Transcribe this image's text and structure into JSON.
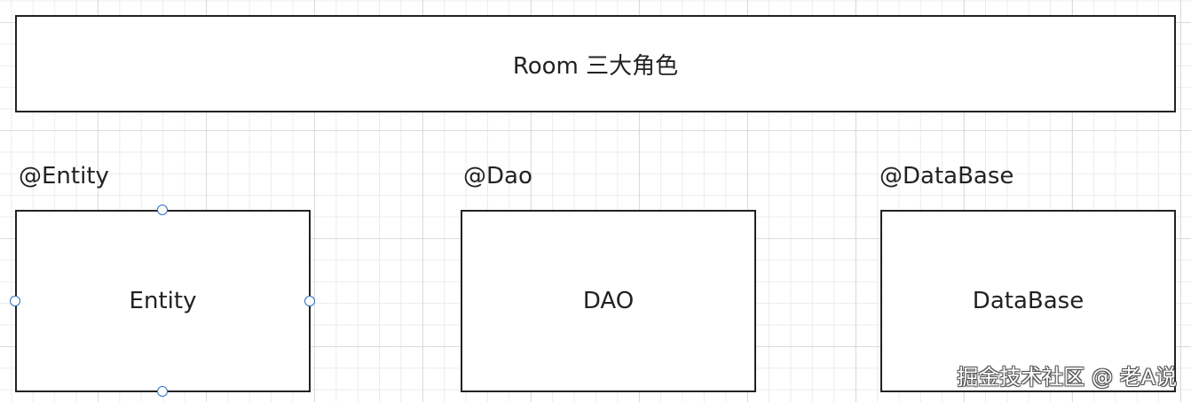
{
  "diagram": {
    "title_box": {
      "label": "Room 三大角色"
    },
    "roles": [
      {
        "annotation": "@Entity",
        "label": "Entity",
        "selected": true
      },
      {
        "annotation": "@Dao",
        "label": "DAO",
        "selected": false
      },
      {
        "annotation": "@DataBase",
        "label": "DataBase",
        "selected": false
      }
    ]
  },
  "watermark": "掘金技术社区 @ 老A说",
  "colors": {
    "border": "#222222",
    "selection_handle": "#2f6fc4",
    "grid_major": "#dcdcdc",
    "grid_minor": "#ececec"
  }
}
